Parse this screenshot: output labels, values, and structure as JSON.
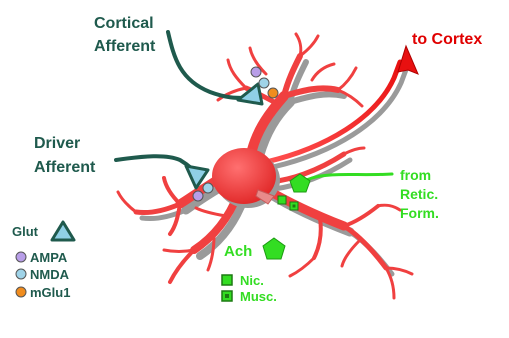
{
  "labels": {
    "cortical_afferent": [
      "Cortical",
      "Afferent"
    ],
    "driver_afferent": [
      "Driver",
      "Afferent"
    ],
    "to_cortex": "to Cortex",
    "from_retic": [
      "from",
      "Retic.",
      "Form."
    ]
  },
  "legend": {
    "glut": "Glut",
    "ampa": "AMPA",
    "nmda": "NMDA",
    "mglu1": "mGlu1",
    "ach": "Ach",
    "nic": "Nic.",
    "musc": "Musc."
  },
  "colors": {
    "neuron": "#f04040",
    "neuron_shadow": "#9a9a9a",
    "afferent_dark": "#1f5a4d",
    "cholinergic": "#33dd22",
    "to_cortex_text": "#e00000",
    "ampa": "#b89ee8",
    "nmda": "#9fd3e8",
    "mglu1": "#f08c1e",
    "glut_triangle": "#8fd0e6"
  }
}
